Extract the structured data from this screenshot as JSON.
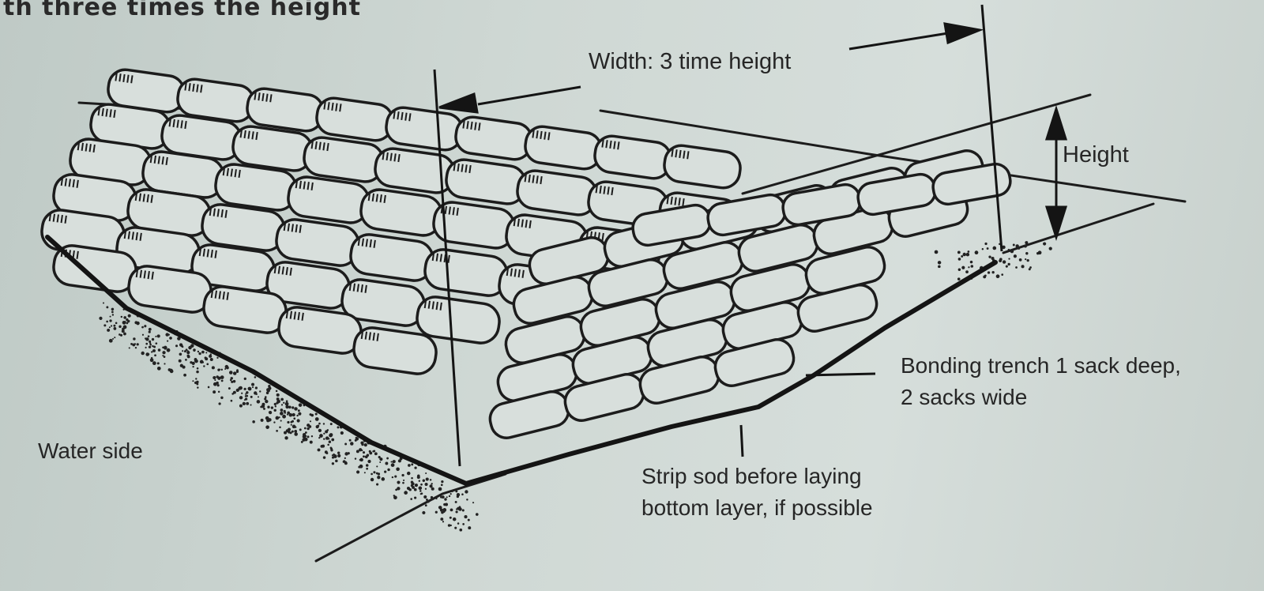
{
  "header": {
    "text": "th three times the height"
  },
  "labels": {
    "width": "Width: 3 time height",
    "height": "Height",
    "trench_line1": "Bonding trench 1 sack deep,",
    "trench_line2": "2 sacks wide",
    "sod_line1": "Strip sod before laying",
    "sod_line2": "bottom layer, if possible",
    "water_side": "Water side"
  },
  "colors": {
    "ink": "#1c1c1c",
    "paper": "#cfd8d4",
    "sack_fill": "#d8dfdc"
  }
}
